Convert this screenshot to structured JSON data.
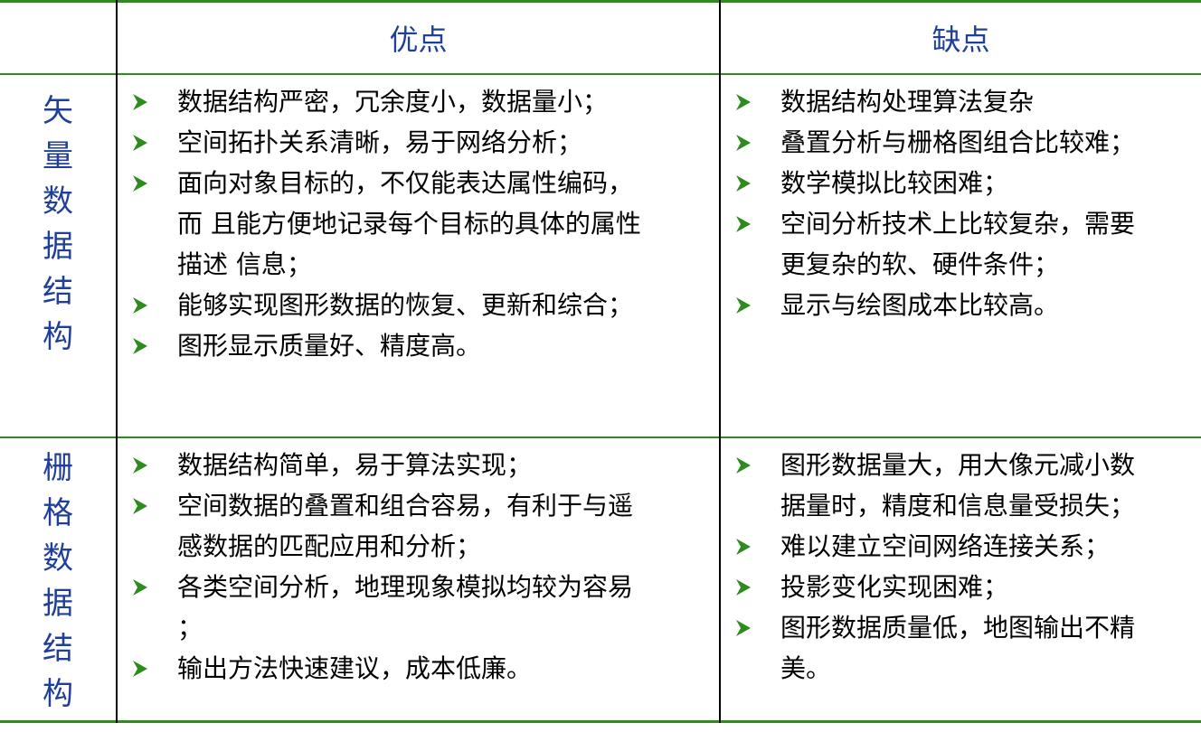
{
  "colors": {
    "header_text": "#1f3f9a",
    "rule": "#2e8b1e",
    "arrow": "#2e8b1e",
    "body_text": "#000000"
  },
  "header": {
    "pros": "优点",
    "cons": "缺点"
  },
  "rows": [
    {
      "label": [
        "矢",
        "量",
        "数",
        "据",
        "结",
        "构"
      ],
      "pros": [
        "数据结构严密，冗余度小，数据量小；",
        "空间拓扑关系清晰，易于网络分析；",
        "面向对象目标的，不仅能表达属性编码，\n而 且能方便地记录每个目标的具体的属性\n描述 信息；",
        "能够实现图形数据的恢复、更新和综合；",
        "图形显示质量好、精度高。"
      ],
      "cons": [
        "数据结构处理算法复杂",
        "叠置分析与栅格图组合比较难；",
        "数学模拟比较困难；",
        "空间分析技术上比较复杂，需要\n更复杂的软、硬件条件；",
        "显示与绘图成本比较高。"
      ]
    },
    {
      "label": [
        "栅",
        "格",
        "数",
        "据",
        "结",
        "构"
      ],
      "pros": [
        "数据结构简单，易于算法实现；",
        "空间数据的叠置和组合容易，有利于与遥\n感数据的匹配应用和分析；",
        "各类空间分析，地理现象模拟均较为容易\n；",
        "输出方法快速建议，成本低廉。"
      ],
      "cons": [
        "图形数据量大，用大像元减小数\n据量时，精度和信息量受损失；",
        "难以建立空间网络连接关系；",
        "投影变化实现困难；",
        "图形数据质量低，地图输出不精\n美。"
      ]
    }
  ]
}
